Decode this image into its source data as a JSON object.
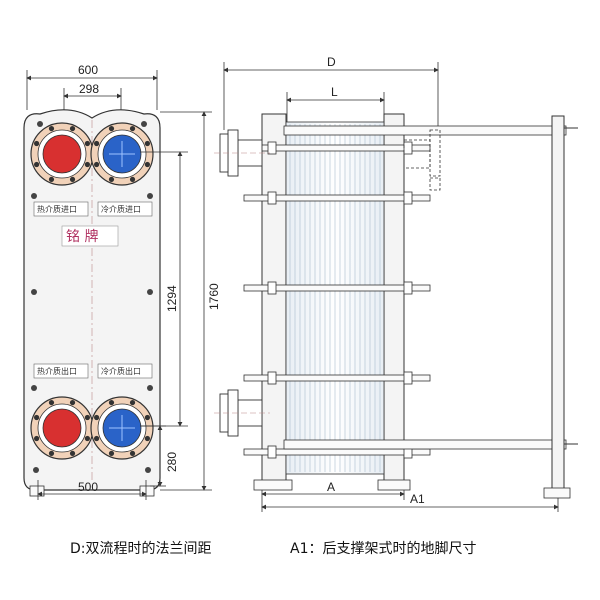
{
  "front_view": {
    "dim_width_top": "600",
    "dim_port_spacing": "298",
    "dim_height_mid": "1294",
    "dim_height_total": "1760",
    "dim_bottom_port": "280",
    "dim_width_bottom": "500",
    "label_hot_in": "热介质进口",
    "label_cold_in": "冷介质进口",
    "label_hot_out": "热介质出口",
    "label_cold_out": "冷介质出口",
    "nameplate": "铭 牌"
  },
  "side_view": {
    "dim_D": "D",
    "dim_L": "L",
    "dim_A": "A",
    "dim_A1": "A1"
  },
  "captions": {
    "d_note": "D:双流程时的法兰间距",
    "a1_note": "A1：后支撑架式时的地脚尺寸"
  },
  "colors": {
    "hot_port": "#d83030",
    "cold_port": "#2a63c8",
    "flange": "#f1d2b9",
    "frame_fill": "#f4f4f4",
    "stroke": "#333333"
  }
}
